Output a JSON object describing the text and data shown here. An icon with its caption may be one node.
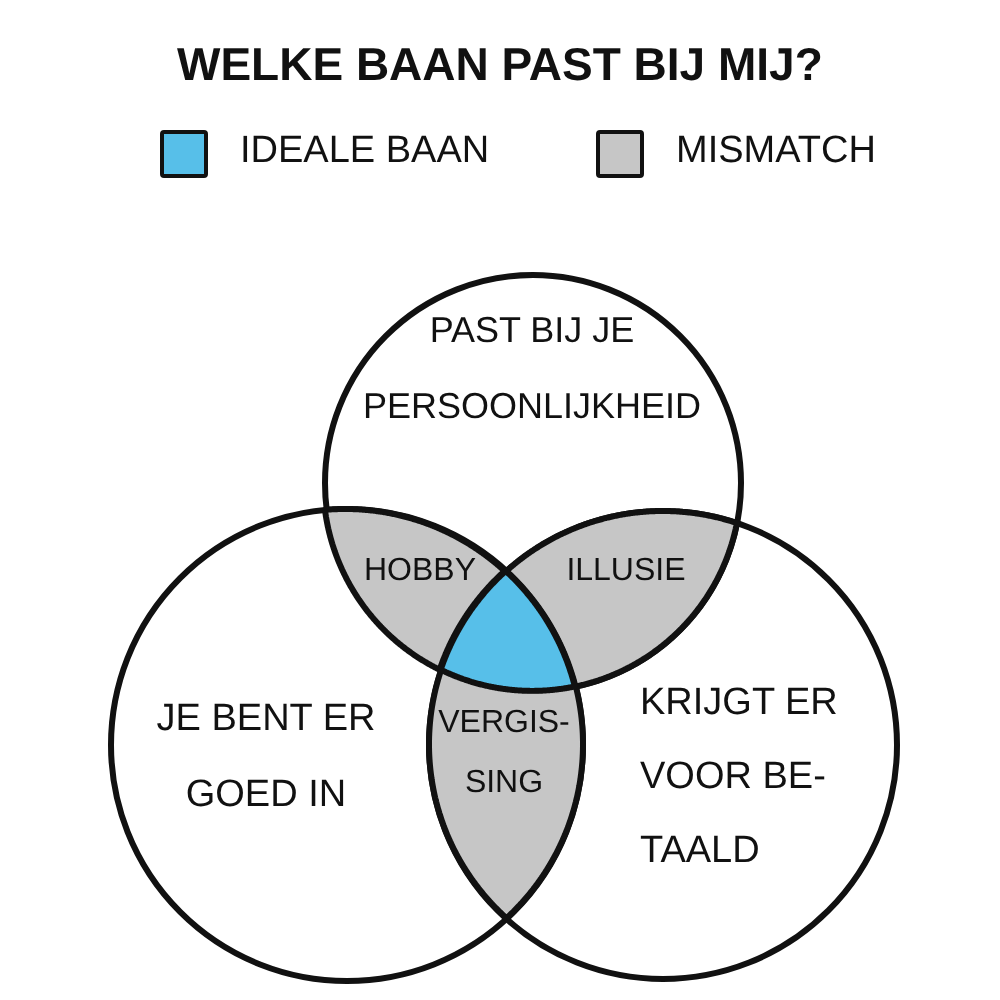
{
  "diagram": {
    "title": "WELKE BAAN PAST BIJ MIJ?",
    "nodes": [
      {
        "text": [
          "PAST BIJ JE PERSOONLIJKHEID"
        ]
      },
      {
        "text": [
          "HOBBY"
        ]
      },
      {
        "text": [
          "ILLUSIE"
        ]
      },
      {
        "text": [],
        "shape": "triangle"
      },
      {
        "text": [
          "JE BENT ER GOED IN"
        ]
      },
      {
        "text": [
          "VERGIS- SING"
        ]
      },
      {
        "text": [
          "KRIJGT ER VOOR BE- TAALD"
        ]
      }
    ],
    "legend": [
      {
        "text": "IDEALE BAAN",
        "color": "#57bfe9"
      },
      {
        "text": "MISMATCH",
        "color": "#c6c6c6"
      }
    ]
  }
}
